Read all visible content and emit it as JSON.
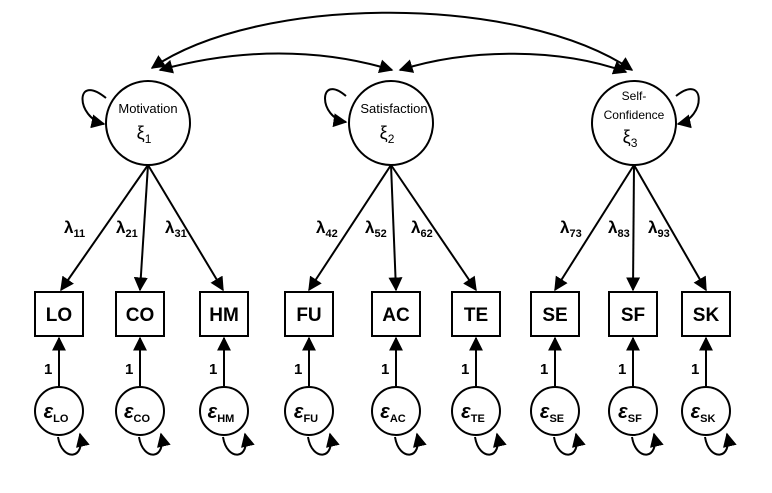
{
  "factors": [
    {
      "id": "f1",
      "name": "Motivation",
      "symbol": "ξ",
      "sub": "1"
    },
    {
      "id": "f2",
      "name": "Satisfaction",
      "symbol": "ξ",
      "sub": "2"
    },
    {
      "id": "f3",
      "name_line1": "Self-",
      "name_line2": "Confidence",
      "symbol": "ξ",
      "sub": "3"
    }
  ],
  "indicators": [
    {
      "label": "LO",
      "loading": "λ",
      "loading_sub": "11",
      "error": "ε",
      "error_sub": "LO",
      "fixed": "1"
    },
    {
      "label": "CO",
      "loading": "λ",
      "loading_sub": "21",
      "error": "ε",
      "error_sub": "CO",
      "fixed": "1"
    },
    {
      "label": "HM",
      "loading": "λ",
      "loading_sub": "31",
      "error": "ε",
      "error_sub": "HM",
      "fixed": "1"
    },
    {
      "label": "FU",
      "loading": "λ",
      "loading_sub": "42",
      "error": "ε",
      "error_sub": "FU",
      "fixed": "1"
    },
    {
      "label": "AC",
      "loading": "λ",
      "loading_sub": "52",
      "error": "ε",
      "error_sub": "AC",
      "fixed": "1"
    },
    {
      "label": "TE",
      "loading": "λ",
      "loading_sub": "62",
      "error": "ε",
      "error_sub": "TE",
      "fixed": "1"
    },
    {
      "label": "SE",
      "loading": "λ",
      "loading_sub": "73",
      "error": "ε",
      "error_sub": "SE",
      "fixed": "1"
    },
    {
      "label": "SF",
      "loading": "λ",
      "loading_sub": "83",
      "error": "ε",
      "error_sub": "SF",
      "fixed": "1"
    },
    {
      "label": "SK",
      "loading": "λ",
      "loading_sub": "93",
      "error": "ε",
      "error_sub": "SK",
      "fixed": "1"
    }
  ]
}
